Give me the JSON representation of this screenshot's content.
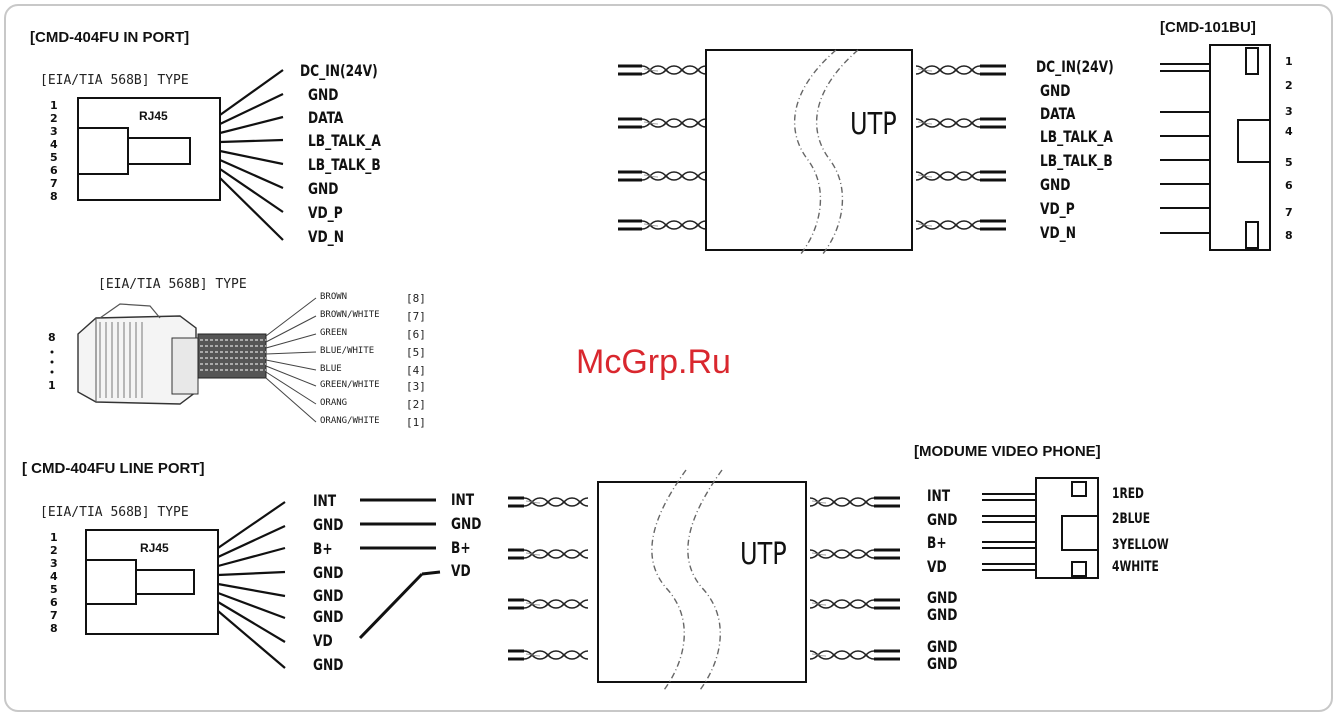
{
  "in_port": {
    "title": "[CMD-404FU IN PORT]",
    "type_label": "[EIA/TIA 568B] TYPE",
    "jack_label": "RJ45",
    "pin_numbers": [
      "1",
      "2",
      "3",
      "4",
      "5",
      "6",
      "7",
      "8"
    ],
    "pins": [
      "DC_IN(24V)",
      "GND",
      "DATA",
      "LB_TALK_A",
      "LB_TALK_B",
      "GND",
      "VD_P",
      "VD_N"
    ]
  },
  "cmd101": {
    "title": "[CMD-101BU]",
    "pins": [
      "DC_IN(24V)",
      "GND",
      "DATA",
      "LB_TALK_A",
      "LB_TALK_B",
      "GND",
      "VD_P",
      "VD_N"
    ],
    "numbers": [
      "1",
      "2",
      "3",
      "4",
      "5",
      "6",
      "7",
      "8"
    ]
  },
  "utp_label": "UTP",
  "plug": {
    "type_label": "[EIA/TIA 568B] TYPE",
    "side_top": "8",
    "side_bottom": "1",
    "colors": [
      "BROWN",
      "BROWN/WHITE",
      "GREEN",
      "BLUE/WHITE",
      "BLUE",
      "GREEN/WHITE",
      "ORANG",
      "ORANG/WHITE"
    ],
    "positions": [
      "[8]",
      "[7]",
      "[6]",
      "[5]",
      "[4]",
      "[3]",
      "[2]",
      "[1]"
    ]
  },
  "watermark": "McGrp.Ru",
  "line_port": {
    "title": "[ CMD-404FU   LINE PORT]",
    "type_label": "[EIA/TIA 568B] TYPE",
    "jack_label": "RJ45",
    "pin_numbers": [
      "1",
      "2",
      "3",
      "4",
      "5",
      "6",
      "7",
      "8"
    ],
    "pins": [
      "INT",
      "GND",
      "B+",
      "GND",
      "GND",
      "GND",
      "VD",
      "GND"
    ],
    "mapped": [
      "INT",
      "GND",
      "B+",
      "VD"
    ]
  },
  "video_phone": {
    "title": "[MODUME VIDEO PHONE]",
    "pins": [
      "INT",
      "GND",
      "B+",
      "VD"
    ],
    "gnd_pairs": [
      "GND",
      "GND",
      "GND",
      "GND"
    ],
    "colors": [
      "1RED",
      "2BLUE",
      "3YELLOW",
      "4WHITE"
    ]
  }
}
